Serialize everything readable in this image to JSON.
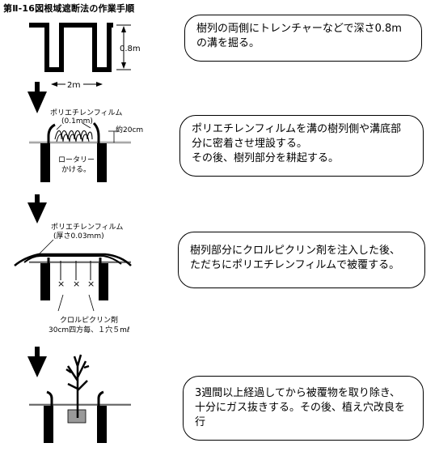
{
  "title": "第Ⅱ-16図根域遮断法の作業手順",
  "steps": [
    {
      "lines": [
        "樹列の両側にトレンチャーなどで深さ0.8m",
        "の溝を掘る。"
      ]
    },
    {
      "lines": [
        "ポリエチレンフィルムを溝の樹列側や溝底部",
        "分に密着させ埋設する。",
        "その後、樹列部分を耕起する。"
      ]
    },
    {
      "lines": [
        "樹列部分にクロルピクリン剤を注入した後、",
        "ただちにポリエチレンフィルムで被覆する。"
      ]
    },
    {
      "lines": [
        "3週間以上経過してから被覆物を取り除き、",
        "十分にガス抜きする。その後、植え穴改良を",
        "行"
      ]
    }
  ],
  "labels": {
    "depth": "0.8m",
    "width": "2ｍ",
    "film1": "ポリエチレンフィルム",
    "film1_thickness": "(0.1mm)",
    "depth2": "約20cm",
    "rotary": [
      "ロータリー を",
      "かける。"
    ],
    "film2": "ポリエチレンフィルム",
    "film2_thickness": "(厚さ0.03mm)",
    "chem": [
      "クロルピクリン剤",
      "30cm四方毎、１穴５mℓ"
    ]
  }
}
